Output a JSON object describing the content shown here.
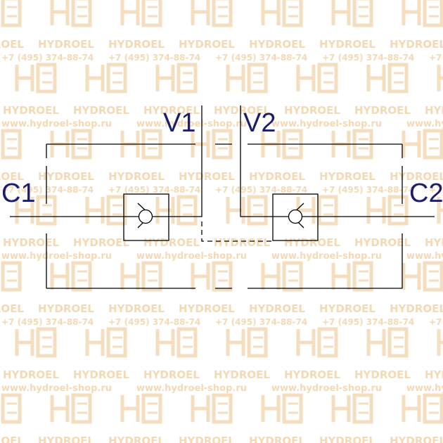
{
  "diagram": {
    "ports": {
      "v1": "V1",
      "v2": "V2",
      "c1": "C1",
      "c2": "C2"
    },
    "line_color": "#000000",
    "label_color": "#1b1d6e"
  },
  "watermark": {
    "brand": "HYDROEL",
    "phone": "+7 (495) 374-88-74",
    "url": "www.hydroel-shop.ru",
    "color": "#f4d9b4"
  }
}
